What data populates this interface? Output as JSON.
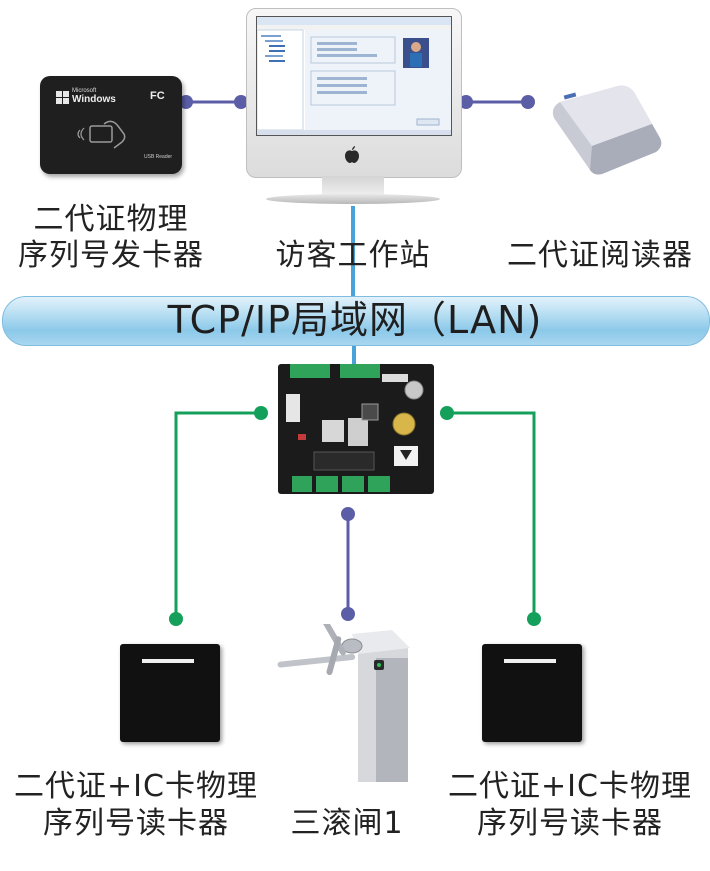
{
  "lan": {
    "label": "TCP/IP局域网（LAN)"
  },
  "devices": {
    "left_top": {
      "line1": "二代证物理",
      "line2": "序列号发卡器"
    },
    "center_top": {
      "label": "访客工作站"
    },
    "right_top": {
      "label": "二代证阅读器"
    },
    "left_bottom": {
      "line1": "二代证+IC卡物理",
      "line2": "序列号读卡器"
    },
    "center_bottom": {
      "label": "三滚闸1"
    },
    "right_bottom": {
      "line1": "二代证+IC卡物理",
      "line2": "序列号读卡器"
    }
  },
  "reader_markings": {
    "brand": "Microsoft",
    "os": "Windows",
    "fc": "FC",
    "usb": "USB Reader"
  },
  "colors": {
    "blue_connector": "#5b5ea6",
    "green_connector": "#14a05a",
    "lan_bar": "#8cc9e9",
    "link_blue": "#4aa3d8"
  }
}
